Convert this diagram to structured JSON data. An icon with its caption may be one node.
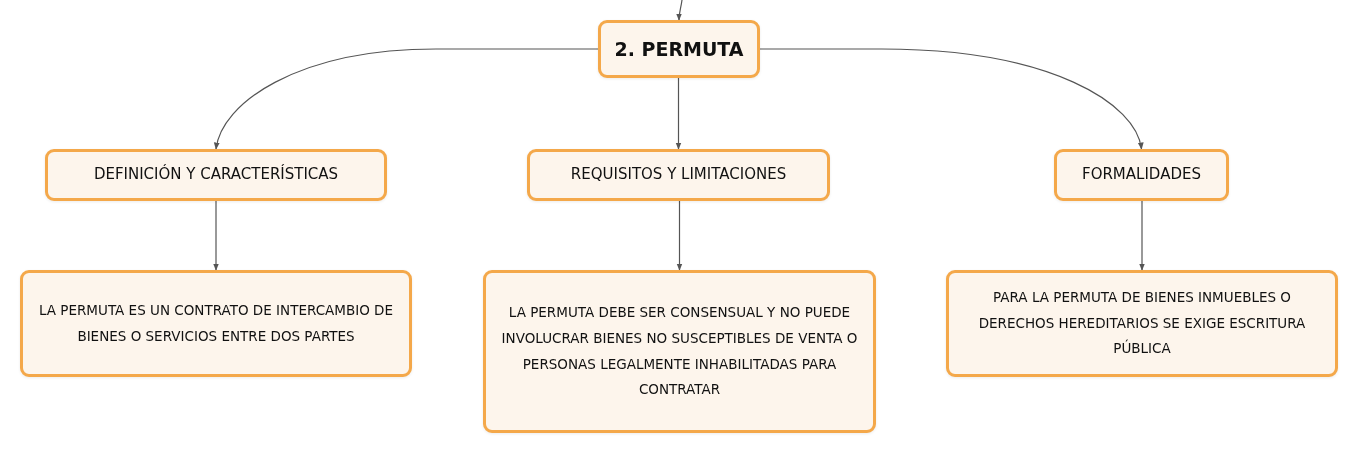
{
  "diagram": {
    "nodes": [
      {
        "text": [
          "2. PERMUTA"
        ]
      },
      {
        "text": [
          "DEFINICIÓN Y CARACTERÍSTICAS"
        ]
      },
      {
        "text": [
          "REQUISITOS Y LIMITACIONES"
        ]
      },
      {
        "text": [
          "FORMALIDADES"
        ]
      },
      {
        "text": [
          "LA PERMUTA ES UN CONTRATO DE INTERCAMBIO DE BIENES O SERVICIOS ENTRE DOS PARTES"
        ]
      },
      {
        "text": [
          "LA PERMUTA DEBE SER CONSENSUAL Y NO PUEDE INVOLUCRAR BIENES NO SUSCEPTIBLES DE VENTA O PERSONAS LEGALMENTE INHABILITADAS PARA CONTRATAR"
        ]
      },
      {
        "text": [
          "PARA LA PERMUTA DE BIENES INMUEBLES O DERECHOS HEREDITARIOS SE EXIGE ESCRITURA PÚBLICA"
        ]
      }
    ],
    "edges": [
      {
        "from": null,
        "to": 0,
        "arrow": "to"
      },
      {
        "from": 0,
        "to": 1,
        "arrow": "to"
      },
      {
        "from": 0,
        "to": 2,
        "arrow": "to"
      },
      {
        "from": 0,
        "to": 3,
        "arrow": "to"
      },
      {
        "from": 1,
        "to": 4,
        "arrow": "to"
      },
      {
        "from": 2,
        "to": 5,
        "arrow": "to"
      },
      {
        "from": 3,
        "to": 6,
        "arrow": "to"
      }
    ]
  }
}
